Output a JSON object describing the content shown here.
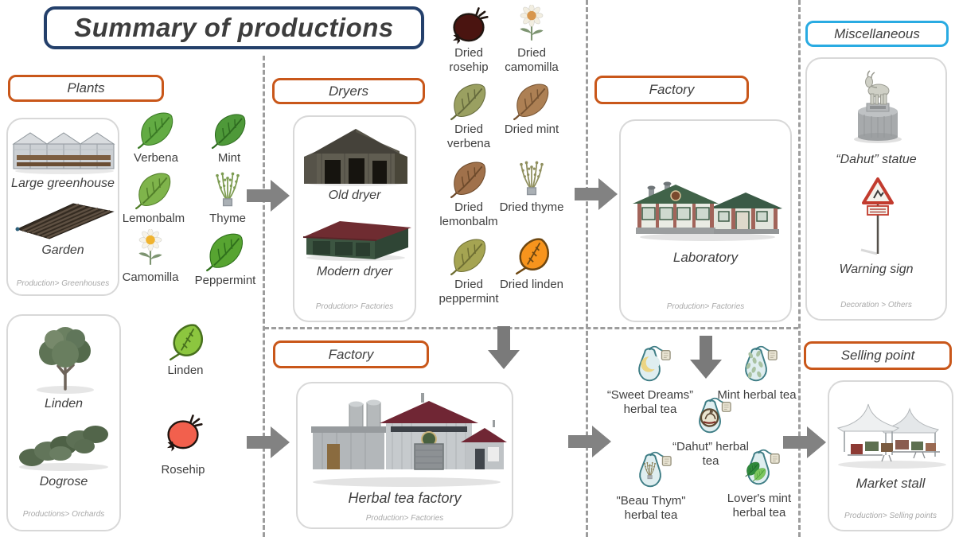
{
  "title": "Summary of productions",
  "colors": {
    "accent_orange": "#c9571a",
    "accent_navy": "#24406b",
    "accent_cyan": "#29abe2",
    "text": "#3f3f3f",
    "caption": "#a9a9a9",
    "arrow": "#828282"
  },
  "plants": {
    "header": "Plants",
    "card": {
      "item1": "Large greenhouse",
      "item2": "Garden",
      "caption": "Production> Greenhouses"
    },
    "crops": {
      "verbena": "Verbena",
      "mint": "Mint",
      "lemonbalm": "Lemonbalm",
      "thyme": "Thyme",
      "camomilla": "Camomilla",
      "peppermint": "Peppermint"
    }
  },
  "orchards": {
    "card": {
      "item1": "Linden",
      "item2": "Dogrose",
      "caption": "Productions> Orchards"
    },
    "products": {
      "linden": "Linden",
      "rosehip": "Rosehip"
    }
  },
  "dryers": {
    "header": "Dryers",
    "card": {
      "item1": "Old dryer",
      "item2": "Modern dryer",
      "caption": "Production> Factories"
    }
  },
  "dried": {
    "rosehip": "Dried rosehip",
    "camomilla": "Dried camomilla",
    "verbena": "Dried verbena",
    "mint": "Dried mint",
    "lemonbalm": "Dried lemonbalm",
    "thyme": "Dried thyme",
    "peppermint": "Dried peppermint",
    "linden": "Dried linden"
  },
  "factory_lab": {
    "header": "Factory",
    "card": {
      "item1": "Laboratory",
      "caption": "Production> Factories"
    }
  },
  "factory_tea": {
    "header": "Factory",
    "card": {
      "item1": "Herbal tea factory",
      "caption": "Production> Factories"
    }
  },
  "teas": {
    "sweet_dreams": "“Sweet Dreams” herbal tea",
    "mint": "Mint herbal tea",
    "dahut": "“Dahut” herbal tea",
    "beau_thym": "\"Beau Thym\" herbal tea",
    "lovers_mint": "Lover's mint herbal tea"
  },
  "misc": {
    "header": "Miscellaneous",
    "card": {
      "item1": "“Dahut” statue",
      "item2": "Warning sign",
      "caption": "Decoration > Others"
    }
  },
  "selling": {
    "header": "Selling point",
    "card": {
      "item1": "Market stall",
      "caption": "Production> Selling points"
    }
  }
}
